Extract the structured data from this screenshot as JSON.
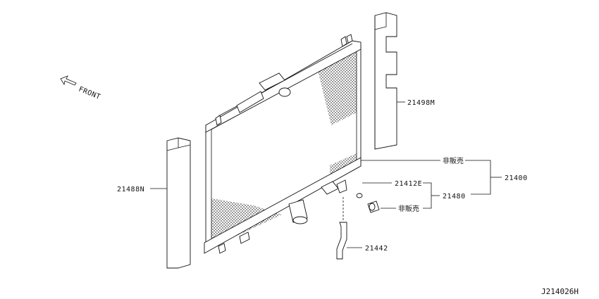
{
  "diagram": {
    "direction_label": "FRONT",
    "diagram_code": "J214026H",
    "parts": [
      {
        "id": "p21498M",
        "label": "21498M"
      },
      {
        "id": "p21488N",
        "label": "21488N"
      },
      {
        "id": "pNS1",
        "label": "非販売"
      },
      {
        "id": "p21400",
        "label": "21400"
      },
      {
        "id": "p21412E",
        "label": "21412E"
      },
      {
        "id": "p21480",
        "label": "21480"
      },
      {
        "id": "pNS2",
        "label": "非販売"
      },
      {
        "id": "p21442",
        "label": "21442"
      }
    ]
  }
}
